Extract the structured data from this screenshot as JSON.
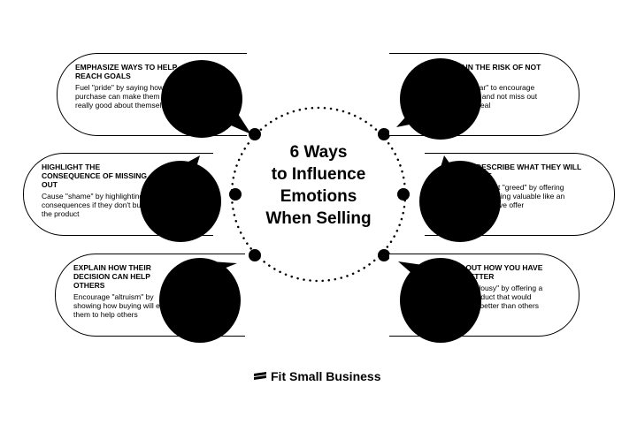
{
  "center": {
    "line1": "6 Ways",
    "line2": "to Influence",
    "line3": "Emotions",
    "line4": "When Selling"
  },
  "tips": [
    {
      "title": "Emphasize Ways to Help Reach Goals",
      "body": "Fuel \"pride\" by saying how the purchase can make them feel really good about themselves"
    },
    {
      "title": "Highlight the Consequence of Missing Out",
      "body": "Cause \"shame\" by highlighting consequences if they don't buy the product"
    },
    {
      "title": "Explain How Their Decision Can Help Others",
      "body": "Encourage \"altruism\" by showing how buying will enable them to help others"
    },
    {
      "title": "Explain the Risk of Not Buying",
      "body": "Provoke \"fear\" to encourage them to buy and not miss out on a good deal"
    },
    {
      "title": "Describe What They Will Get",
      "body": "Prompt \"greed\" by offering something valuable like an exclusive offer"
    },
    {
      "title": "Point Out How You Have Them Better",
      "body": "Trigger \"jealousy\" by offering a superior product that would make them better than others"
    }
  ],
  "brand": {
    "name": "Fit Small Business"
  },
  "colors": {
    "ink": "#000000",
    "background": "#ffffff"
  }
}
